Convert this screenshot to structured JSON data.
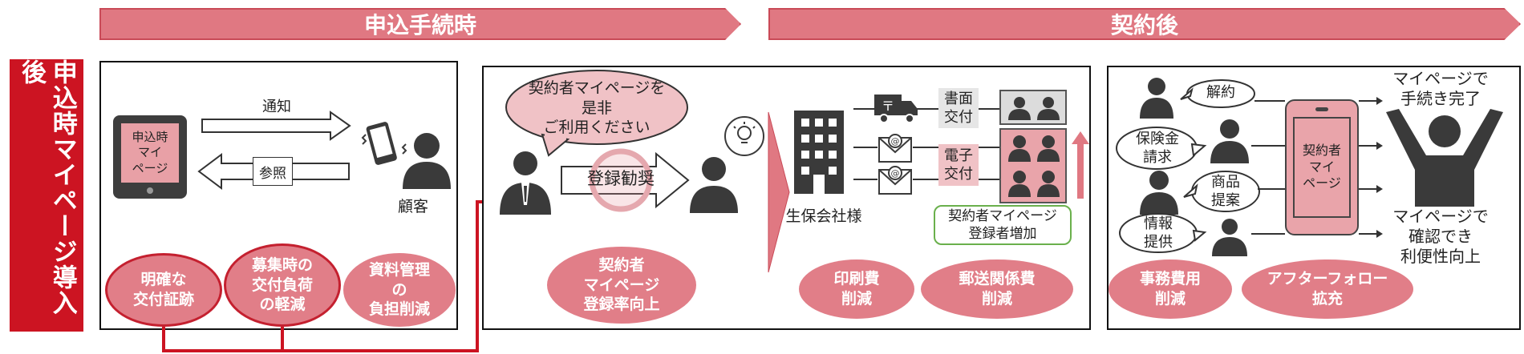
{
  "phases": {
    "application": "申込手続時",
    "after_contract": "契約後"
  },
  "sidebar": {
    "label": "申込時マイページ導入後"
  },
  "panel1": {
    "tablet_label": "申込時\nマイ\nページ",
    "notify_label": "通知",
    "reference_label": "参照",
    "customer_label": "顧客",
    "benefits": [
      "明確な\n交付証跡",
      "募集時の\n交付負荷\nの軽減",
      "資料管理\nの\n負担削減"
    ]
  },
  "panel2": {
    "speech_bubble": "契約者マイページを\n是非\nご利用ください",
    "arrow_label": "登録勧奨",
    "benefit": "契約者\nマイページ\n登録率向上"
  },
  "panel3": {
    "company_label": "生保会社様",
    "paper_label": "書面\n交付",
    "electronic_label": "電子\n交付",
    "increase_label": "契約者マイページ\n登録者増加",
    "benefits": [
      "印刷費\n削減",
      "郵送関係費\n削減"
    ]
  },
  "panel4": {
    "bubbles": [
      "解約",
      "保険金\n請求",
      "商品\n提案",
      "情報\n提供"
    ],
    "phone_label": "契約者\nマイ\nページ",
    "result_top": "マイページで\n手続き完了",
    "result_bottom": "マイページで\n確認でき\n利便性向上",
    "benefits": [
      "事務費用\n削減",
      "アフターフォロー\n拡充"
    ]
  },
  "colors": {
    "accent_red": "#cc1422",
    "pill_pink": "#e17e88",
    "dark_icon": "#3a3a3a",
    "green_border": "#6ab04c"
  }
}
